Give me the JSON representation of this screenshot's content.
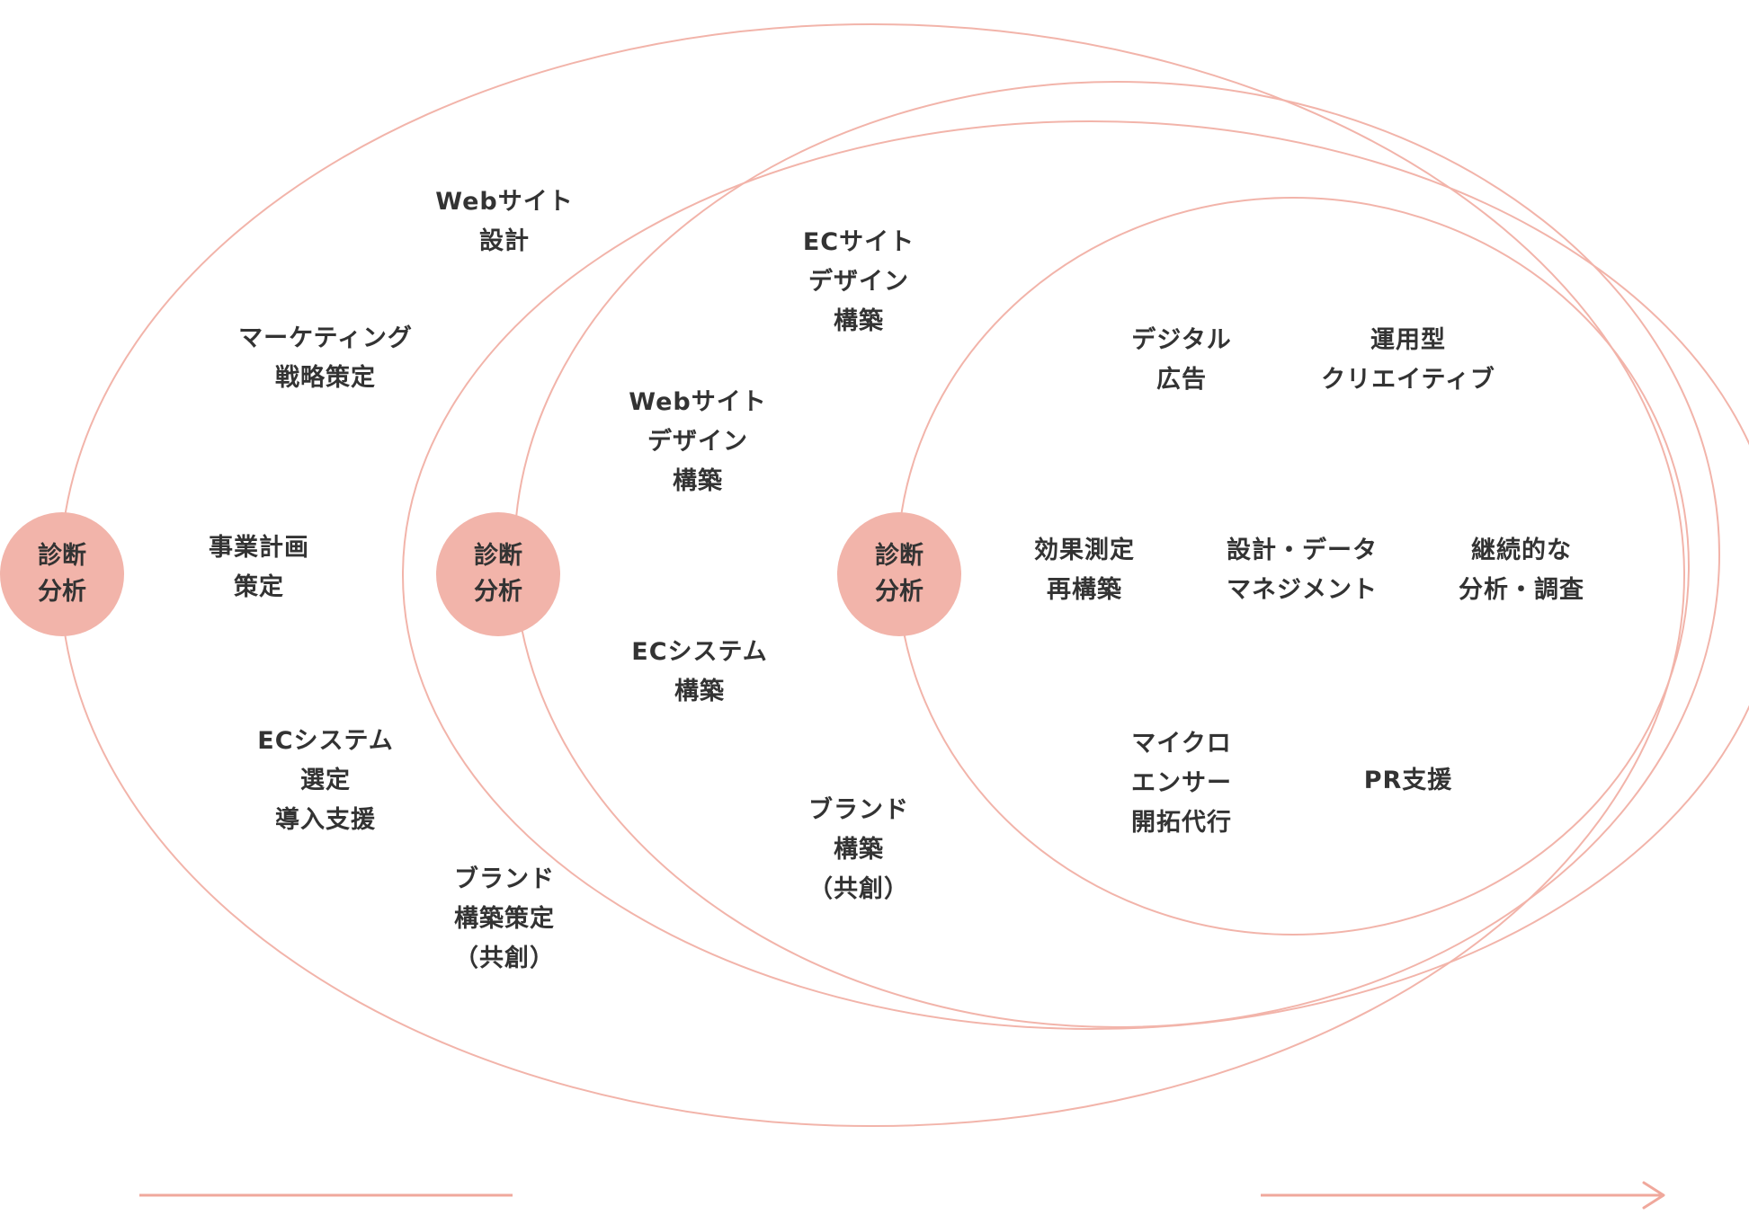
{
  "colors": {
    "ring": "#f2b4aa",
    "badge": "#f2b4aa",
    "text": "#333333",
    "arrow": "#f0a89c"
  },
  "badges": [
    {
      "line1": "診断",
      "line2": "分析"
    },
    {
      "line1": "診断",
      "line2": "分析"
    },
    {
      "line1": "診断",
      "line2": "分析"
    }
  ],
  "outer_zone": {
    "web_site_design": {
      "lines": [
        "Webサイト",
        "設計"
      ]
    },
    "marketing_strategy": {
      "lines": [
        "マーケティング",
        "戦略策定"
      ]
    },
    "business_plan": {
      "lines": [
        "事業計画",
        "策定"
      ]
    },
    "ec_system_selection": {
      "lines": [
        "ECシステム",
        "選定",
        "導入支援"
      ]
    },
    "brand_strategy": {
      "lines": [
        "ブランド",
        "構築策定",
        "（共創）"
      ]
    }
  },
  "middle_zone": {
    "ec_site_design": {
      "lines": [
        "ECサイト",
        "デザイン",
        "構築"
      ]
    },
    "web_site_build": {
      "lines": [
        "Webサイト",
        "デザイン",
        "構築"
      ]
    },
    "ec_system_build": {
      "lines": [
        "ECシステム",
        "構築"
      ]
    },
    "brand_build": {
      "lines": [
        "ブランド",
        "構築",
        "（共創）"
      ]
    }
  },
  "inner_zone": {
    "digital_ads": {
      "lines": [
        "デジタル",
        "広告"
      ]
    },
    "operational_creative": {
      "lines": [
        "運用型",
        "クリエイティブ"
      ]
    },
    "effect_measurement": {
      "lines": [
        "効果測定",
        "再構築"
      ]
    },
    "data_management": {
      "lines": [
        "設計・データ",
        "マネジメント"
      ]
    },
    "continuous_analysis": {
      "lines": [
        "継続的な",
        "分析・調査"
      ]
    },
    "micro_influencer": {
      "lines": [
        "マイクロ",
        "エンサー",
        "開拓代行"
      ]
    },
    "pr_support": {
      "lines": [
        "PR支援"
      ]
    }
  }
}
